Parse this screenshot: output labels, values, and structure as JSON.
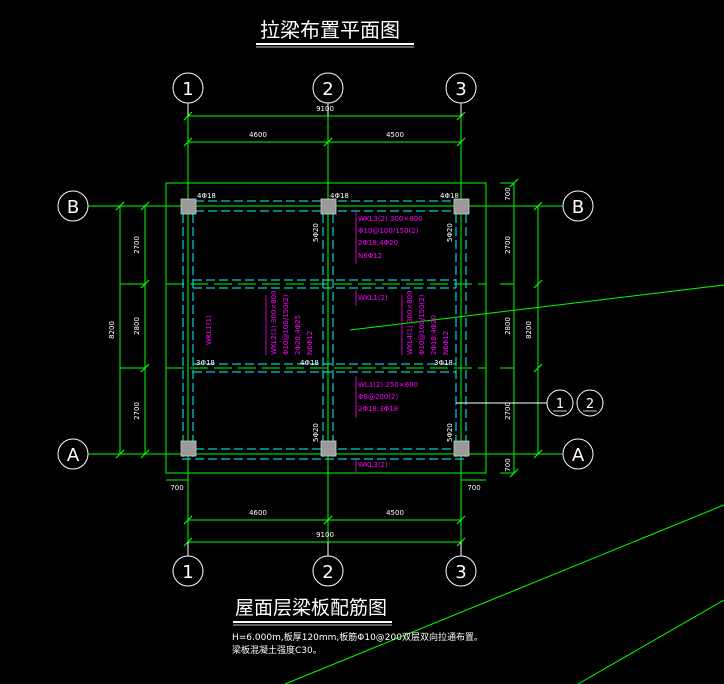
{
  "titles": {
    "top": "拉梁布置平面图",
    "bottom": "屋面层梁板配筋图"
  },
  "notes": {
    "line1": "H=6.000m,板厚120mm,板筋Φ10@200双层双向拉通布置。",
    "line2": "梁板混凝土强度C30。"
  },
  "axes": {
    "columns": [
      "1",
      "2",
      "3"
    ],
    "rows": [
      "B",
      "A"
    ],
    "detail_callouts": [
      "1",
      "2"
    ]
  },
  "dimensions": {
    "total_width": "9100",
    "spans_x": [
      "4600",
      "4500"
    ],
    "total_height": "8200",
    "spans_y": [
      "2700",
      "2800",
      "2700"
    ],
    "edge": "700"
  },
  "annotations": {
    "col_b1": "4Φ18",
    "col_b2": "4Φ18",
    "col_b3": "4Φ18",
    "vert_b2": "5Φ20",
    "vert_b3": "5Φ20",
    "mid_left": "3Φ18",
    "mid_center": "4Φ18",
    "mid_right": "3Φ18",
    "bot_a2": "5Φ20",
    "bot_a3": "5Φ20",
    "wkl3_top": [
      "WKL3(2) 300×800",
      "Φ10@100/150(2)",
      "2Φ18;4Φ20",
      "N6Φ12"
    ],
    "wkl1_mid": "WKL1(2)",
    "wkl1_left": "WKL1(1)",
    "wkl2": [
      "WKL2(1) 300×800",
      "Φ10@100/150(2)",
      "2Φ20;4Φ25",
      "N6Φ12"
    ],
    "wkl4": [
      "WKL4(1) 300×800",
      "Φ10@100/150(2)",
      "2Φ18;4Φ20",
      "N6Φ12"
    ],
    "wl1": [
      "WL1(2) 250×600",
      "Φ8@200(2)",
      "2Φ18;3Φ18"
    ],
    "wkl3_bot": "WKL3(2)"
  },
  "colors": {
    "grid": "#00ff00",
    "axis": "#ffffff",
    "beam": "#00ffff",
    "text": "#ffffff",
    "rebar_text": "#ff00ff",
    "column": "#9a9a9a"
  }
}
